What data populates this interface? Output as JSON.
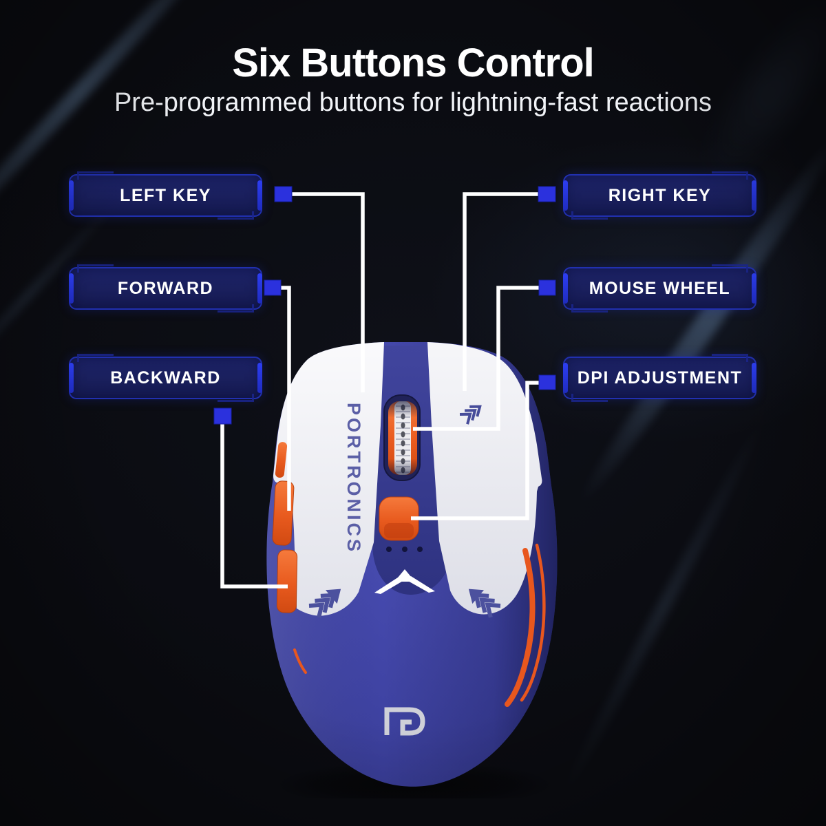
{
  "header": {
    "title": "Six Buttons Control",
    "subtitle": "Pre-programmed buttons for lightning-fast reactions"
  },
  "callouts": {
    "left": [
      {
        "id": "left-key",
        "label": "LEFT KEY"
      },
      {
        "id": "forward",
        "label": "FORWARD"
      },
      {
        "id": "backward",
        "label": "BACKWARD"
      }
    ],
    "right": [
      {
        "id": "right-key",
        "label": "RIGHT KEY"
      },
      {
        "id": "mouse-wheel",
        "label": "MOUSE WHEEL"
      },
      {
        "id": "dpi-adjustment",
        "label": "DPI ADJUSTMENT"
      }
    ]
  },
  "mouse": {
    "brand": "PORTRONICS",
    "logo_icon": "pd-monogram"
  },
  "colors": {
    "background": "#0a0b10",
    "accent_blue": "#2b31dd",
    "callout_fill": "#1b2162",
    "callout_border": "#2130b0",
    "connector": "#ffffff",
    "mouse_blue": "#3f43a3",
    "mouse_orange": "#e8571e",
    "mouse_white": "#f2f2f6",
    "text": "#ffffff"
  }
}
